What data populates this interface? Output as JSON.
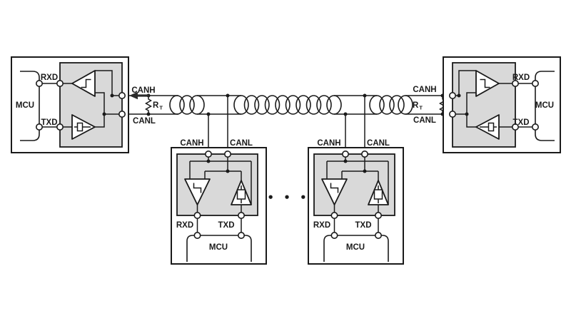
{
  "diagram": {
    "kind": "CAN bus multi-node network schematic",
    "colors": {
      "line": "#1a1a1a",
      "transceiver_fill": "#d9d9d9",
      "node_fill": "#ffffff",
      "background": "#ffffff",
      "arrow": "#2b2b2b"
    }
  },
  "node_left": {
    "mcu": "MCU",
    "rxd": "RXD",
    "txd": "TXD"
  },
  "node_right": {
    "mcu": "MCU",
    "rxd": "RXD",
    "txd": "TXD"
  },
  "node_bottom_1": {
    "mcu": "MCU",
    "rxd": "RXD",
    "txd": "TXD",
    "canh": "CANH",
    "canl": "CANL"
  },
  "node_bottom_2": {
    "mcu": "MCU",
    "rxd": "RXD",
    "txd": "TXD",
    "canh": "CANH",
    "canl": "CANL"
  },
  "bus": {
    "left": {
      "canh": "CANH",
      "canl": "CANL",
      "terminator": {
        "r": "R",
        "sub": "T"
      }
    },
    "right": {
      "canh": "CANH",
      "canl": "CANL",
      "terminator": {
        "r": "R",
        "sub": "T"
      }
    },
    "ellipsis": "• • •"
  }
}
